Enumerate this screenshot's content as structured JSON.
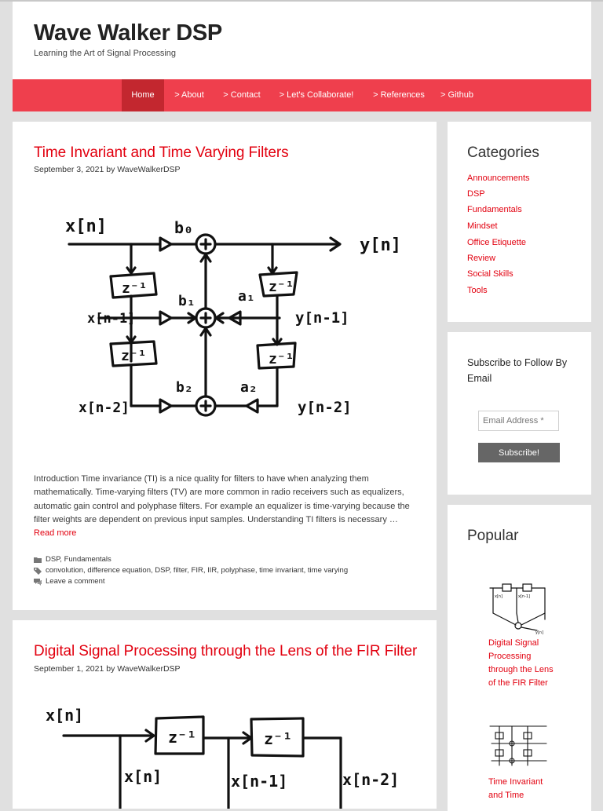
{
  "site": {
    "title": "Wave Walker DSP",
    "description": "Learning the Art of Signal Processing"
  },
  "nav": {
    "items": [
      {
        "label": "Home",
        "active": true
      },
      {
        "label": "> About"
      },
      {
        "label": "> Contact"
      },
      {
        "label": "> Let's Collaborate!"
      },
      {
        "label": "> References"
      },
      {
        "label": "> Github"
      }
    ]
  },
  "posts": [
    {
      "title": "Time Invariant and Time Varying Filters",
      "meta": "September 3, 2021 by WaveWalkerDSP",
      "excerpt": "Introduction Time invariance (TI) is a nice quality for filters to have when analyzing them mathematically. Time-varying filters (TV) are more common in radio receivers such as equalizers, automatic gain control and polyphase filters. For example an equalizer is time-varying because the filter weights are dependent on previous input samples. Understanding TI filters is necessary …",
      "read_more": "Read more",
      "categories": "DSP, Fundamentals",
      "tags": "convolution, difference equation, DSP, filter, FIR, IIR, polyphase, time invariant, time varying",
      "comment": "Leave a comment"
    },
    {
      "title": "Digital Signal Processing through the Lens of the FIR Filter",
      "meta": "September 1, 2021 by WaveWalkerDSP"
    }
  ],
  "diagram1": {
    "labels": {
      "xn": "x[n]",
      "b0": "b₀",
      "yn": "y[n]",
      "z1a": "z⁻¹",
      "z1b": "z⁻¹",
      "z1c": "z⁻¹",
      "z1d": "z⁻¹",
      "xn1": "x[n-1]",
      "b1": "b₁",
      "a1": "a₁",
      "yn1": "y[n-1]",
      "xn2": "x[n-2]",
      "b2": "b₂",
      "a2": "a₂",
      "yn2": "y[n-2]"
    }
  },
  "diagram2": {
    "labels": {
      "xn_in": "x[n]",
      "z1a": "z⁻¹",
      "z1b": "z⁻¹",
      "xn": "x[n]",
      "xn1": "x[n-1]",
      "xn2": "x[n-2]"
    }
  },
  "sidebar": {
    "categories_title": "Categories",
    "categories": [
      "Announcements",
      "DSP",
      "Fundamentals",
      "Mindset",
      "Office Etiquette",
      "Review",
      "Social Skills",
      "Tools"
    ],
    "subscribe_title": "Subscribe to Follow By Email",
    "email_placeholder": "Email Address *",
    "subscribe_button": "Subscribe!",
    "popular_title": "Popular",
    "popular": [
      "Digital Signal Processing through the Lens of the FIR Filter",
      "Time Invariant and Time"
    ]
  }
}
